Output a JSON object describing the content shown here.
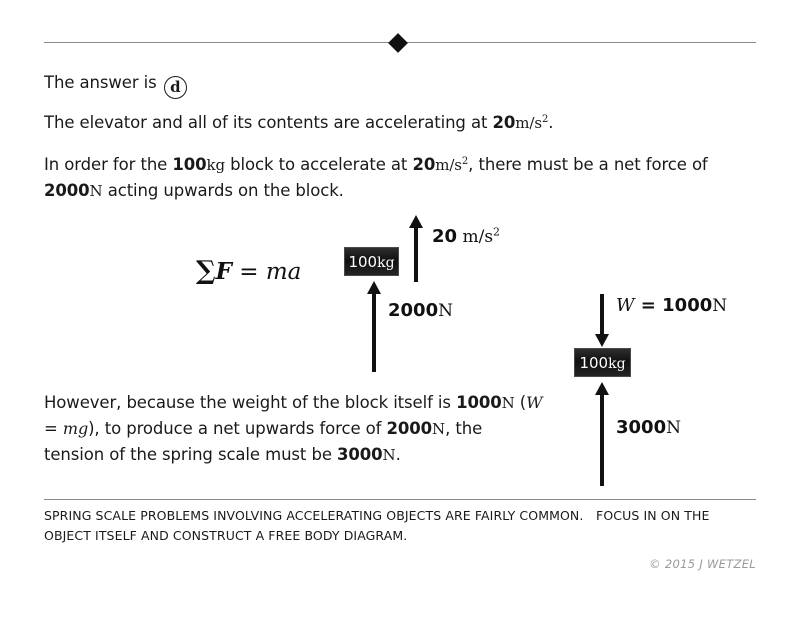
{
  "slide": {
    "answer_line": {
      "prefix": "The answer is",
      "choice": "d"
    },
    "paragraphs": {
      "elevator": {
        "part1": "The elevator and all of its contents are accelerating at ",
        "value": "20",
        "unit": "m/s",
        "exponent": "2",
        "part2": "."
      },
      "order": {
        "part1": "In order for the ",
        "mass_value": "100",
        "mass_unit": "kg",
        "part2": " block to accelerate at ",
        "accel_value": "20",
        "accel_unit": "m/s",
        "accel_exponent": "2",
        "part3": ", there must be a net force of ",
        "force_value": "2000",
        "force_unit": "N",
        "part4": " acting upwards on the block."
      },
      "however": {
        "part1": "However, because the weight of the block itself is ",
        "weight_value": "1000",
        "weight_unit": "N",
        "part2": " (",
        "formula_w": "W",
        "formula_eq": " = ",
        "formula_mg": "mg",
        "part3": "), to produce a net upwards force of ",
        "net_value": "2000",
        "net_unit": "N",
        "part4": ", the tension of the spring scale must be ",
        "tension_value": "3000",
        "tension_unit": "N",
        "part5": "."
      }
    },
    "equation": {
      "sigma": "∑",
      "f": "F",
      "equals": " = ",
      "ma": "ma"
    },
    "diagram_top": {
      "block_label_number": "100",
      "block_label_unit": "kg",
      "accel_label_value": "20",
      "accel_label_unit": "m/s",
      "accel_label_exponent": "2",
      "force_label_value": "2000",
      "force_label_unit": "N"
    },
    "diagram_bottom": {
      "block_label_number": "100",
      "block_label_unit": "kg",
      "weight_var": "W",
      "weight_equals": " = ",
      "weight_value": "1000",
      "weight_unit": "N",
      "tension_value": "3000",
      "tension_unit": "N"
    },
    "footer": {
      "line1": "SPRING SCALE PROBLEMS INVOLVING ACCELERATING OBJECTS ARE FAIRLY COMMON. FOCUS IN ON THE",
      "line2": "OBJECT ITSELF AND CONSTRUCT A FREE BODY DIAGRAM.",
      "copyright": "© 2015 J WETZEL"
    },
    "colors": {
      "rule": "#8a8a8a",
      "ink": "#1a1a1a",
      "block_fill": "#111111",
      "copyright": "#9a9a9a"
    }
  }
}
